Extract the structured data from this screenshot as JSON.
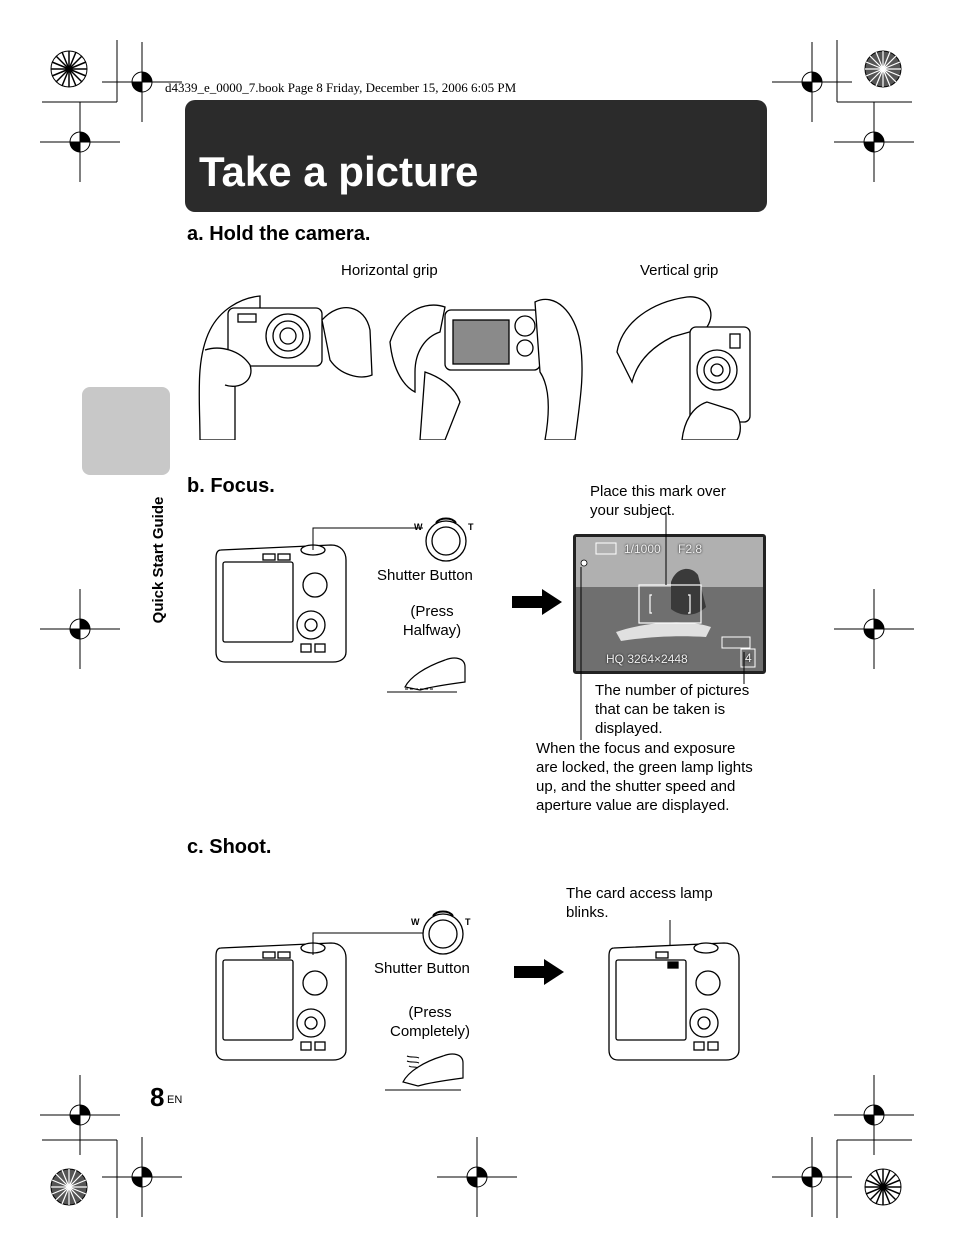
{
  "header": {
    "book_line": "d4339_e_0000_7.book  Page 8  Friday, December 15, 2006  6:05 PM"
  },
  "title": "Take a picture",
  "side_tab": {
    "label": "Quick Start Guide"
  },
  "section_a": {
    "heading": "a.  Hold the camera.",
    "horizontal_grip": "Horizontal grip",
    "vertical_grip": "Vertical grip"
  },
  "section_b": {
    "heading": "b.  Focus.",
    "shutter_button": "Shutter Button",
    "press_note": "(Press\nHalfway)",
    "w_label": "W",
    "t_label": "T",
    "mark_callout": "Place this mark over\nyour subject.",
    "pictures_callout": "The number of pictures\nthat can be taken is\ndisplayed.",
    "focus_callout": "When the focus and exposure\nare locked, the green lamp lights\nup, and the shutter speed and\naperture value are displayed.",
    "lcd": {
      "shutter": "1/1000",
      "aperture": "F2.8",
      "resolution": "HQ  3264×2448",
      "count": "4"
    }
  },
  "section_c": {
    "heading": "c.  Shoot.",
    "shutter_button": "Shutter Button",
    "press_note": "(Press\nCompletely)",
    "w_label": "W",
    "t_label": "T",
    "lamp_callout": "The card access lamp\nblinks."
  },
  "footer": {
    "page_number": "8",
    "lang": "EN"
  }
}
